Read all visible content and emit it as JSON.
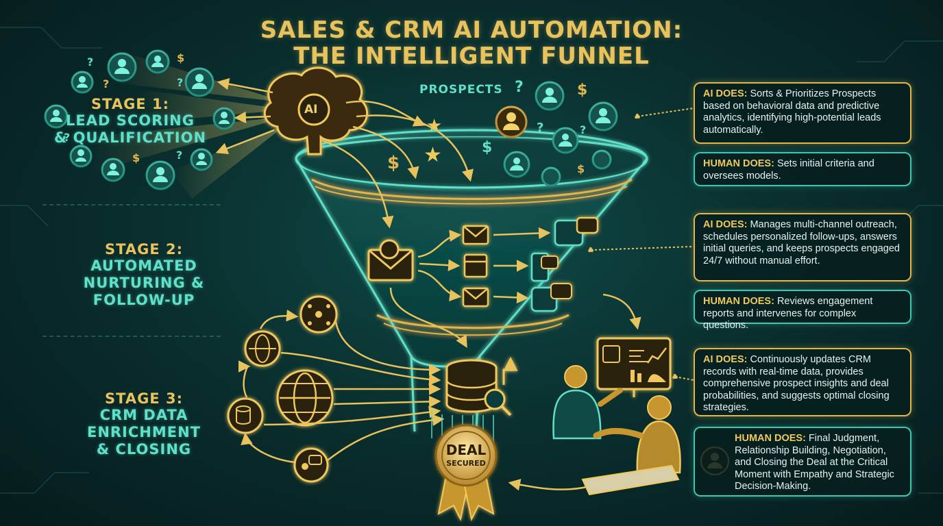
{
  "title": {
    "line1": "SALES & CRM AI AUTOMATION:",
    "line2": "THE INTELLIGENT FUNNEL"
  },
  "brain": {
    "label": "AI"
  },
  "prospects_label": "PROSPECTS",
  "stages": [
    {
      "number": "STAGE 1:",
      "name_lines": [
        "LEAD SCORING",
        "& QUALIFICATION"
      ]
    },
    {
      "number": "STAGE 2:",
      "name_lines": [
        "AUTOMATED",
        "NURTURING &",
        "FOLLOW-UP"
      ]
    },
    {
      "number": "STAGE 3:",
      "name_lines": [
        "CRM DATA",
        "ENRICHMENT",
        "& CLOSING"
      ]
    }
  ],
  "boxes": [
    {
      "kind": "ai",
      "key": "AI DOES:",
      "text": " Sorts & Prioritizes Prospects based on behavioral data and predictive analytics, identifying high-potential leads automatically."
    },
    {
      "kind": "human",
      "key": "HUMAN DOES:",
      "text": " Sets initial criteria and oversees models."
    },
    {
      "kind": "ai",
      "key": "AI DOES:",
      "text": " Manages multi-channel outreach, schedules personalized follow-ups, answers initial queries, and keeps prospects engaged 24/7 without manual effort."
    },
    {
      "kind": "human",
      "key": "HUMAN DOES:",
      "text": " Reviews engagement reports and intervenes for complex questions."
    },
    {
      "kind": "ai",
      "key": "AI DOES:",
      "text": " Continuously updates CRM records with real-time data, provides comprehensive prospect insights and deal probabilities, and suggests optimal closing strategies."
    },
    {
      "kind": "human",
      "key": "HUMAN DOES:",
      "text": " Final Judgment, Relationship Building, Negotiation, and Closing the Deal at the Critical Moment with Empathy and Strategic Decision-Making."
    }
  ],
  "badge": {
    "line1": "DEAL",
    "line2": "SECURED"
  },
  "icons": {
    "prospect": "person-icon",
    "email": "envelope-icon",
    "calendar": "calendar-icon",
    "chat": "chat-bubble-icon",
    "phone": "smartphone-icon",
    "database": "database-icon",
    "globe": "globe-icon",
    "network": "network-icon",
    "magnifier": "magnifier-icon",
    "dashboard": "analytics-dashboard-icon",
    "handshake": "handshake-icon"
  },
  "colors": {
    "gold": "#e0b64e",
    "teal": "#3fc7b0",
    "background": "#0a302f"
  }
}
